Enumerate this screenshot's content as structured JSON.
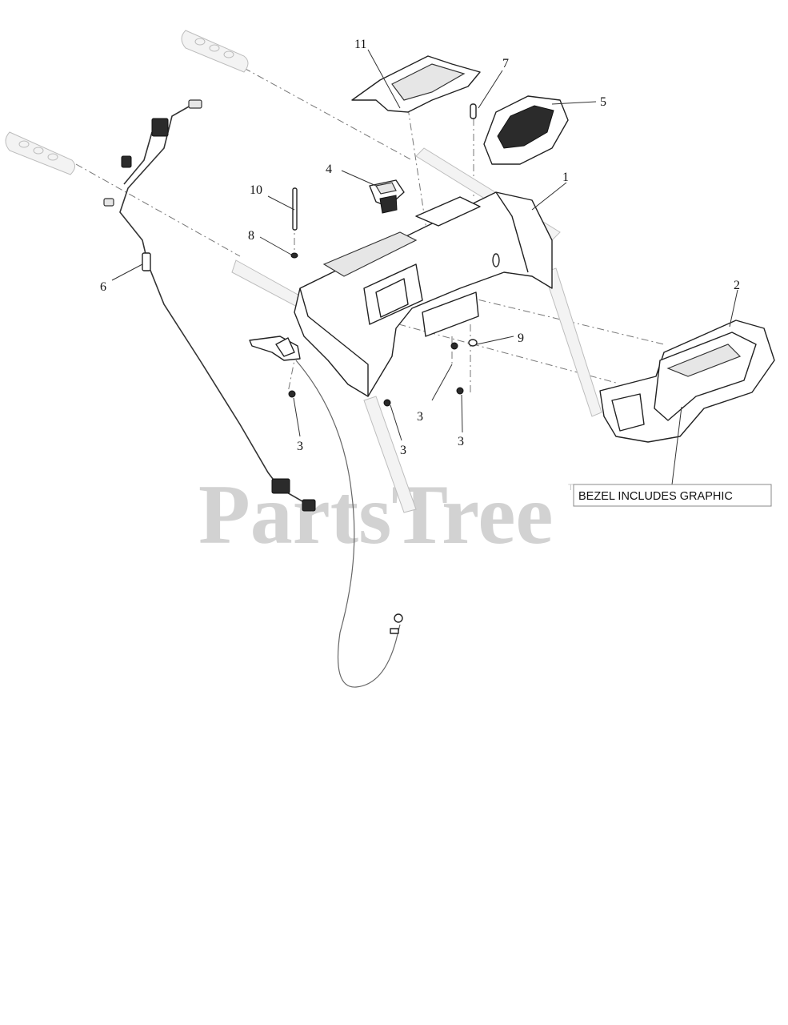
{
  "diagram": {
    "watermark": "PartsTree",
    "watermark_tm": "TM",
    "note": "BEZEL INCLUDES GRAPHIC",
    "callouts": {
      "c1": "1",
      "c2": "2",
      "c3a": "3",
      "c3b": "3",
      "c3c": "3",
      "c3d": "3",
      "c4": "4",
      "c5": "5",
      "c6": "6",
      "c7": "7",
      "c8": "8",
      "c9": "9",
      "c10": "10",
      "c11": "11"
    }
  }
}
